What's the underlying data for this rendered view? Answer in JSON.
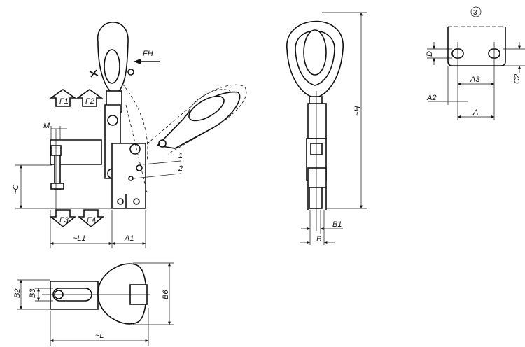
{
  "labels": {
    "fh": "FH",
    "f1": "F1",
    "f2": "F2",
    "f3": "F3",
    "f4": "F4",
    "m": "M",
    "c": "~C",
    "l1": "~L1",
    "a1": "A1",
    "callout1": "1",
    "callout2": "2",
    "h": "~H",
    "b1": "B1",
    "b": "B",
    "detail": "3",
    "d": "D",
    "a3": "A3",
    "a2": "A2",
    "a": "A",
    "c2": "C2",
    "b2": "B2",
    "b3": "B3",
    "b6": "B6",
    "l": "~L"
  }
}
